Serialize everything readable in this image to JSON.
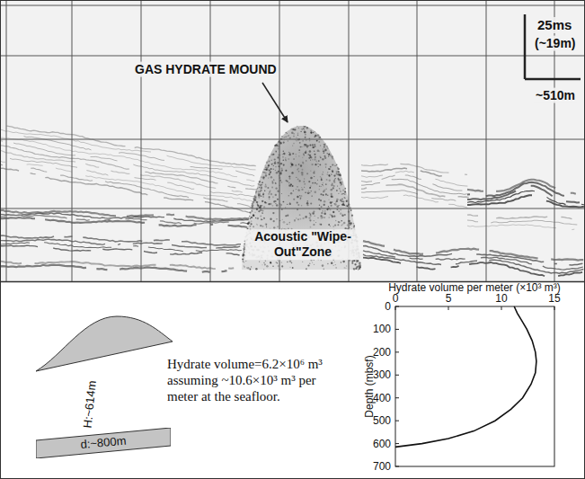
{
  "diagram": {
    "nodes": [
      {
        "text": [
          "d:~800m"
        ]
      }
    ],
    "labels": [
      "GAS HYDRATE MOUND",
      "25ms",
      "(~19m)",
      "~510m",
      "Acoustic \"Wipe-Out\"Zone",
      "H:~614m",
      "Hydrate volume=6.2×10⁶ m³ assuming ~10.6×10³ m³ per meter at the seafloor.",
      "Hydrate volume per meter (×10³ m³)",
      "0",
      "5",
      "10",
      "15",
      "Depth (mbsf)",
      "0",
      "100",
      "200",
      "300",
      "400",
      "500",
      "600",
      "700"
    ]
  }
}
